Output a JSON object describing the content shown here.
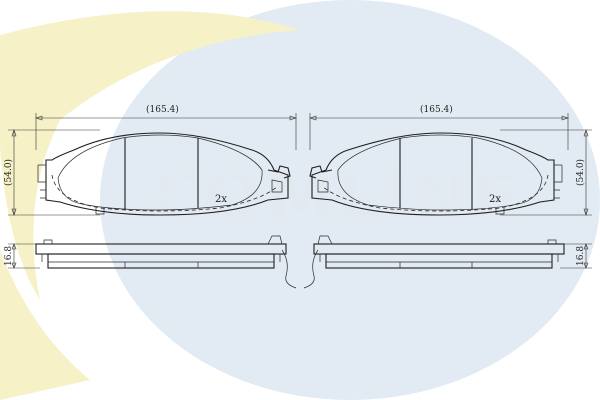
{
  "watermark": {
    "text": "COMLINE",
    "colors": {
      "yellow": "#f6f1c6",
      "blue": "#e2eaf3",
      "letters": "#e3e9f0"
    }
  },
  "left_pad": {
    "width_label": "(165.4)",
    "height_label": "(54.0)",
    "thickness_label": "16.8",
    "quantity_label": "2x"
  },
  "right_pad": {
    "width_label": "(165.4)",
    "height_label": "(54.0)",
    "thickness_label": "16.8",
    "quantity_label": "2x"
  },
  "colors": {
    "line": "#1f1f1f",
    "dimension": "#333333"
  }
}
